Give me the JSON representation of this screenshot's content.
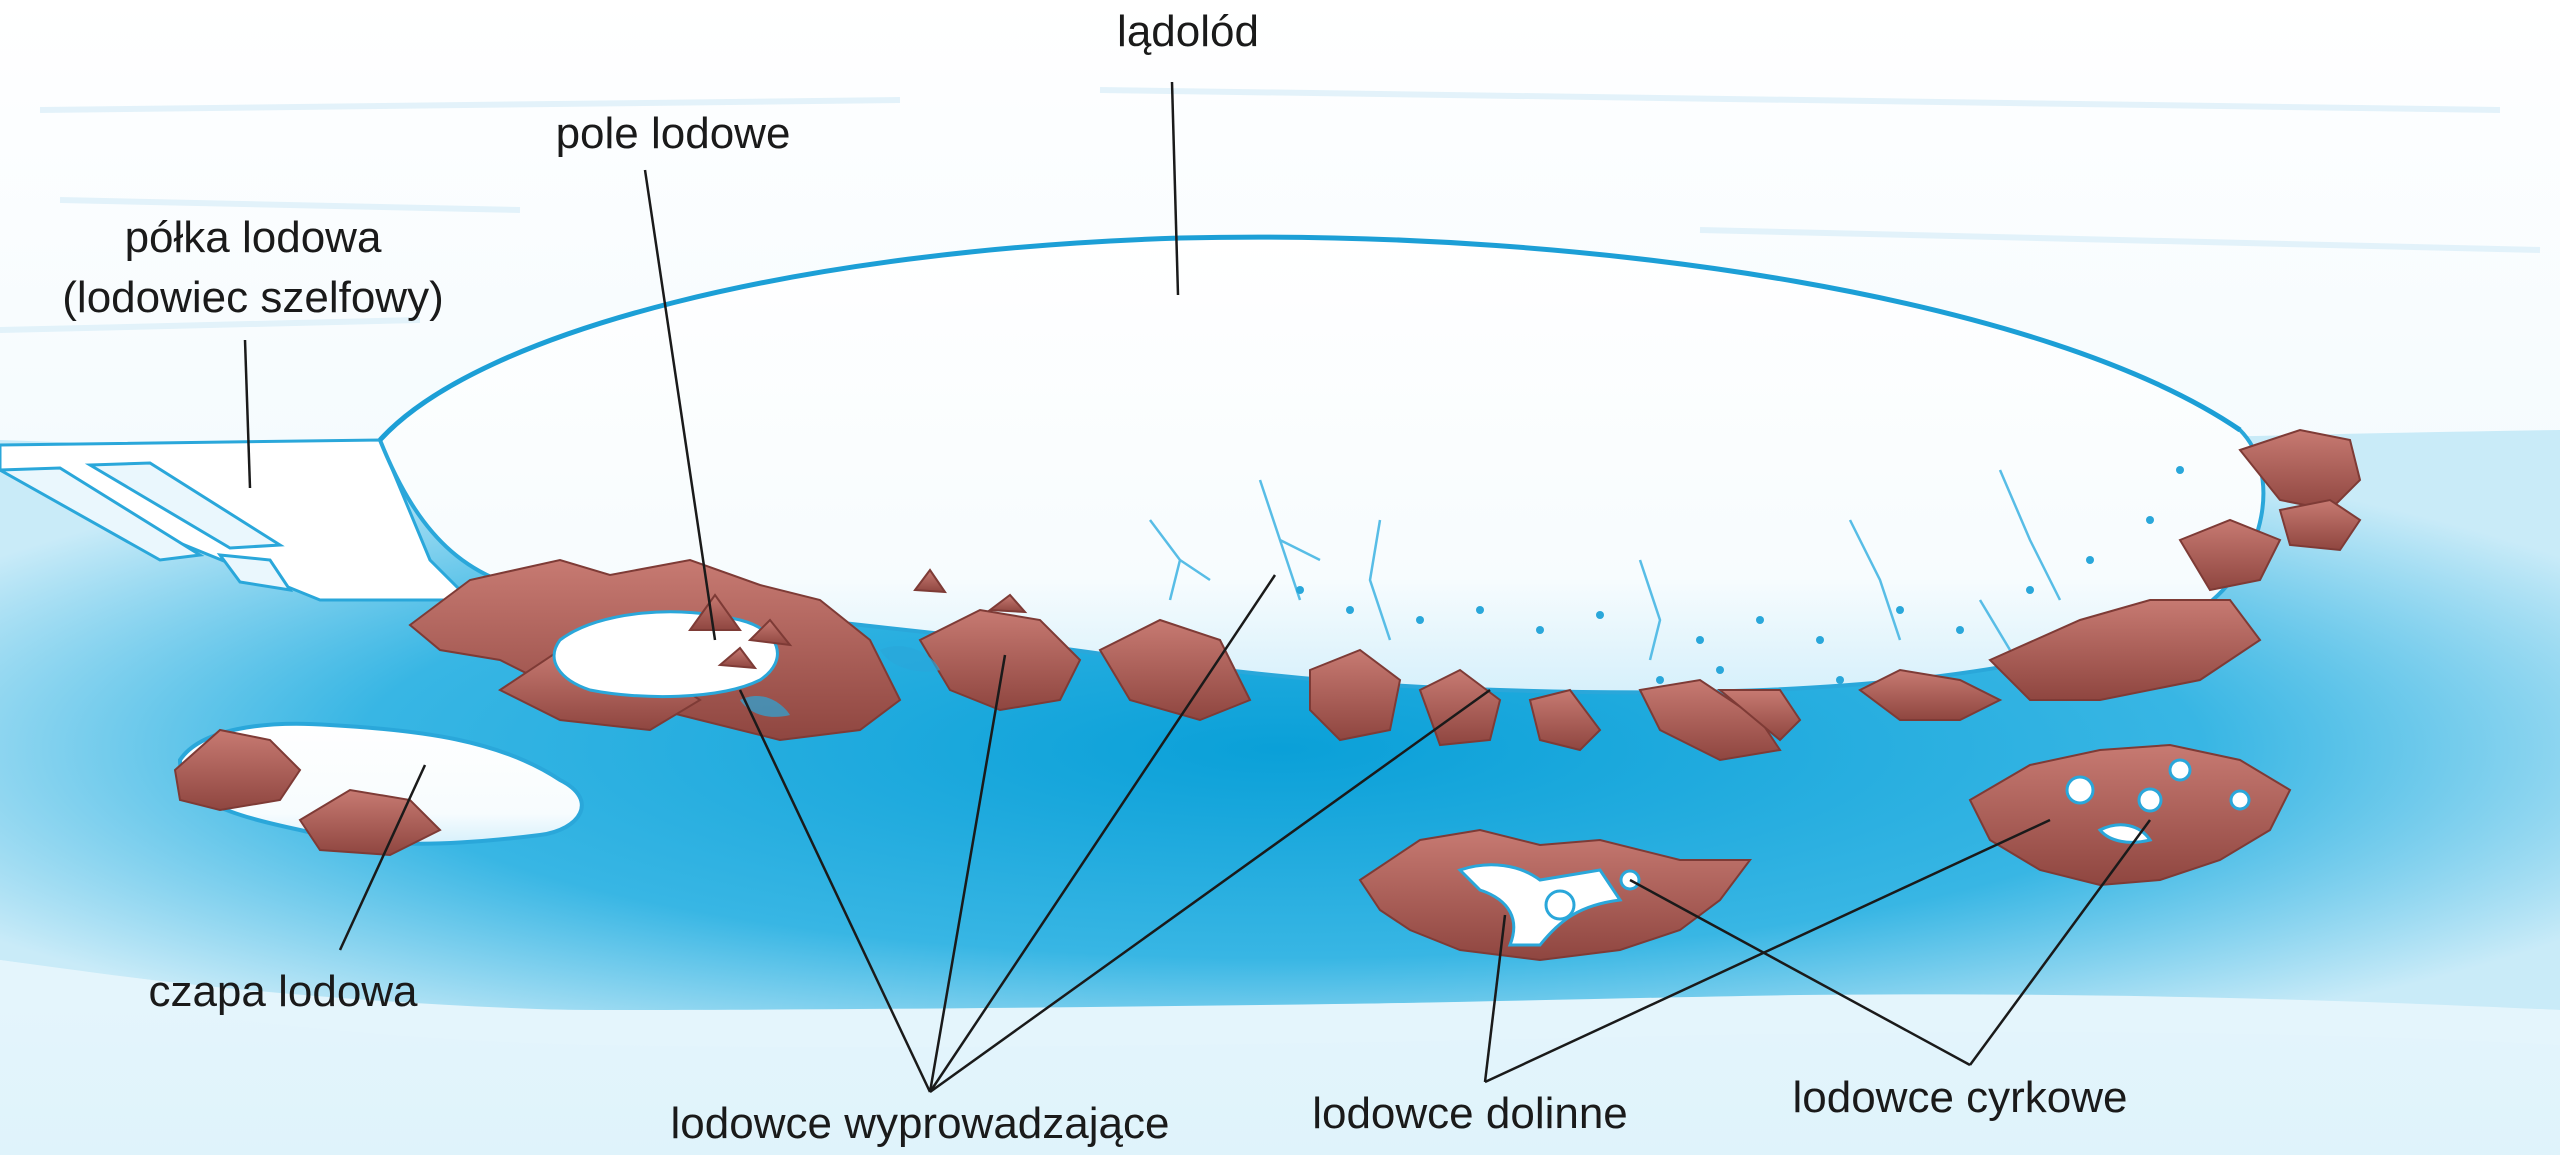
{
  "labels": {
    "ice_sheet": "lądolód",
    "ice_field": "pole lodowe",
    "ice_shelf_line1": "półka lodowa",
    "ice_shelf_line2": "(lodowiec szelfowy)",
    "ice_cap": "czapa lodowa",
    "outlet_glaciers": "lodowce wyprowadzające",
    "valley_glaciers": "lodowce dolinne",
    "cirque_glaciers": "lodowce cyrkowe"
  },
  "colors": {
    "sea": "#1aa8dc",
    "sea_light": "#9fd8f0",
    "ice": "#ffffff",
    "ice_shade": "#cfeefa",
    "rock": "#b8655f",
    "rock_dark": "#7e3b36",
    "leader_line": "#1a1a1a"
  }
}
